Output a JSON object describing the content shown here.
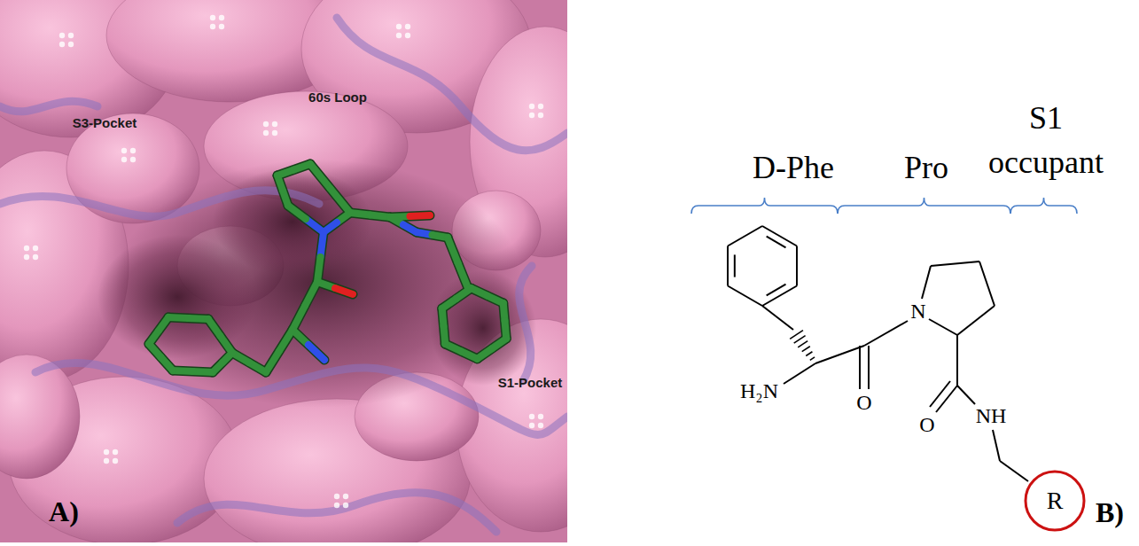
{
  "diagram": {
    "nodes": [
      {
        "text": [
          "R"
        ]
      }
    ],
    "labels": [
      "60s Loop",
      "S3-Pocket",
      "S1-Pocket",
      "A)",
      "D-Phe",
      "Pro",
      "S1 occupant",
      "H₂N",
      "N",
      "O",
      "O",
      "NH",
      "B)"
    ]
  }
}
